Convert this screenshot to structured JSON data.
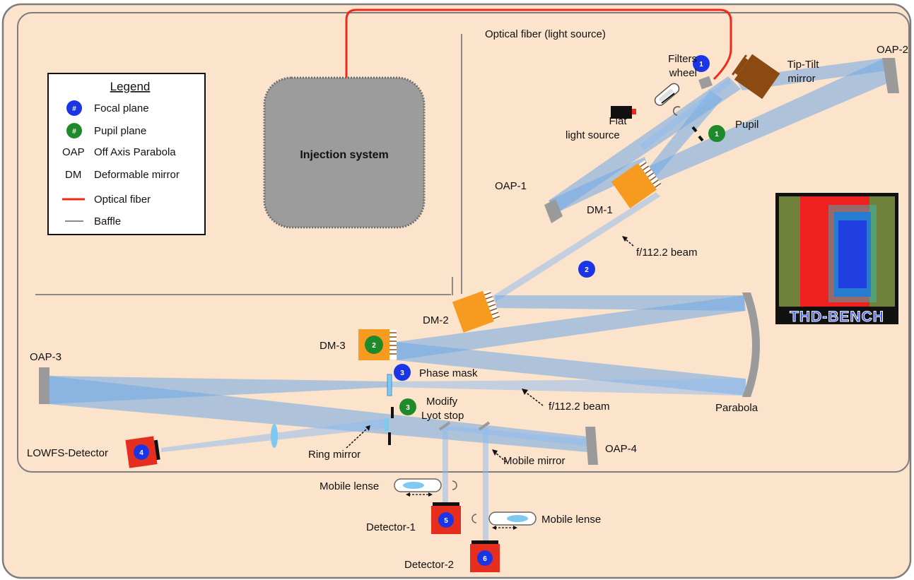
{
  "labels": {
    "optical_fiber": "Optical fiber (light source)",
    "injection_system": "Injection system",
    "filters_wheel_1": "Filters",
    "filters_wheel_2": "wheel",
    "tip_tilt_1": "Tip-Tilt",
    "tip_tilt_2": "mirror",
    "flat_source_1": "Flat",
    "flat_source_2": "light source",
    "pupil": "Pupil",
    "oap1": "OAP-1",
    "oap2": "OAP-2",
    "oap3": "OAP-3",
    "oap4": "OAP-4",
    "dm1": "DM-1",
    "dm2": "DM-2",
    "dm3": "DM-3",
    "beam_upper": "f/112.2 beam",
    "beam_lower": "f/112.2 beam",
    "phase_mask": "Phase mask",
    "modify_1": "Modify",
    "modify_2": "Lyot stop",
    "parabola": "Parabola",
    "ring_mirror": "Ring mirror",
    "lowfs_detector": "LOWFS-Detector",
    "mobile_mirror": "Mobile mirror",
    "mobile_lense_left": "Mobile lense",
    "mobile_lense_right": "Mobile lense",
    "detector1": "Detector-1",
    "detector2": "Detector-2",
    "thd_bench": "THD-BENCH"
  },
  "markers": {
    "focal_1": "1",
    "focal_2": "2",
    "focal_3": "3",
    "focal_4": "4",
    "focal_5": "5",
    "focal_6": "6",
    "pupil_1": "1",
    "pupil_2": "2",
    "pupil_3": "3"
  },
  "legend": {
    "title": "Legend",
    "items": [
      {
        "symbol": "#",
        "label": "Focal plane",
        "kind": "focal"
      },
      {
        "symbol": "#",
        "label": "Pupil plane",
        "kind": "pupil"
      },
      {
        "symbol": "OAP",
        "label": "Off Axis Parabola",
        "kind": "text"
      },
      {
        "symbol": "DM",
        "label": "Deformable mirror",
        "kind": "text"
      },
      {
        "symbol": "",
        "label": "Optical fiber",
        "kind": "fiber"
      },
      {
        "symbol": "",
        "label": "Baffle",
        "kind": "baffle"
      }
    ]
  },
  "colors": {
    "bench_bg": "#fbe3cc",
    "focal": "#1a35e6",
    "pupil": "#1f8a2a",
    "fiber": "#ef2a1a",
    "dm_orange": "#f79a20",
    "detector_red": "#e62e1e",
    "tip_tilt_brown": "#8b4a12",
    "beam": "#6fa9e6"
  }
}
